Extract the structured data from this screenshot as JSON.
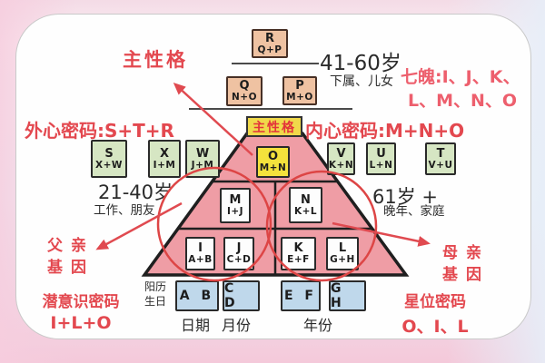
{
  "labels": {
    "pointer": "主性格",
    "outer_code": "外心密码:S+T+R",
    "inner_code": "内心密码:M+N+O",
    "qipo1": "七魄:I、J、K、",
    "qipo2": "L、M、N、O",
    "center": "主性格"
  },
  "ages": {
    "mid": {
      "range": "41-60岁",
      "desc": "下属、儿女"
    },
    "young": {
      "range": "21-40岁",
      "desc": "工作、朋友"
    },
    "old": {
      "range": "61岁 +",
      "desc": "晚年、家庭"
    }
  },
  "genes": {
    "father1": "父亲",
    "father2": "基因",
    "mother1": "母亲",
    "mother2": "基因"
  },
  "bottom": {
    "sub_title": "潜意识密码",
    "sub_code": "I+L+O",
    "star_title": "星位密码",
    "star_code": "O、I、L",
    "solar1": "阳历",
    "solar2": "生日",
    "date": "日期",
    "month": "月份",
    "year": "年份"
  },
  "boxes": {
    "r": {
      "top": "R",
      "bottom": "Q+P"
    },
    "q": {
      "top": "Q",
      "bottom": "N+O"
    },
    "p": {
      "top": "P",
      "bottom": "M+O"
    },
    "o": {
      "top": "O",
      "bottom": "M+N"
    },
    "s": {
      "top": "S",
      "bottom": "X+W"
    },
    "x": {
      "top": "X",
      "bottom": "I+M"
    },
    "w": {
      "top": "W",
      "bottom": "J+M"
    },
    "v": {
      "top": "V",
      "bottom": "K+N"
    },
    "u": {
      "top": "U",
      "bottom": "L+N"
    },
    "t": {
      "top": "T",
      "bottom": "V+U"
    },
    "m": {
      "top": "M",
      "bottom": "I+J"
    },
    "n": {
      "top": "N",
      "bottom": "K+L"
    },
    "i": {
      "top": "I",
      "bottom": "A+B"
    },
    "j": {
      "top": "J",
      "bottom": "C+D"
    },
    "k": {
      "top": "K",
      "bottom": "E+F"
    },
    "l": {
      "top": "L",
      "bottom": "G+H"
    },
    "ab": "A B",
    "cd": "C D",
    "ef": "E F",
    "gh": "G H"
  },
  "colors": {
    "red_text": "#e3484f",
    "pink_red_text": "#ed5f6d",
    "pyramid_fill": "#ef9da5",
    "salmon_box": "#efc2a2",
    "green_box": "#d6e6c3",
    "yellow_label": "#f0d94a",
    "yellow_box": "#f4e23c",
    "blue_box": "#bfd8eb",
    "circle_red": "#dd4545",
    "ink": "#2a2a2a"
  }
}
